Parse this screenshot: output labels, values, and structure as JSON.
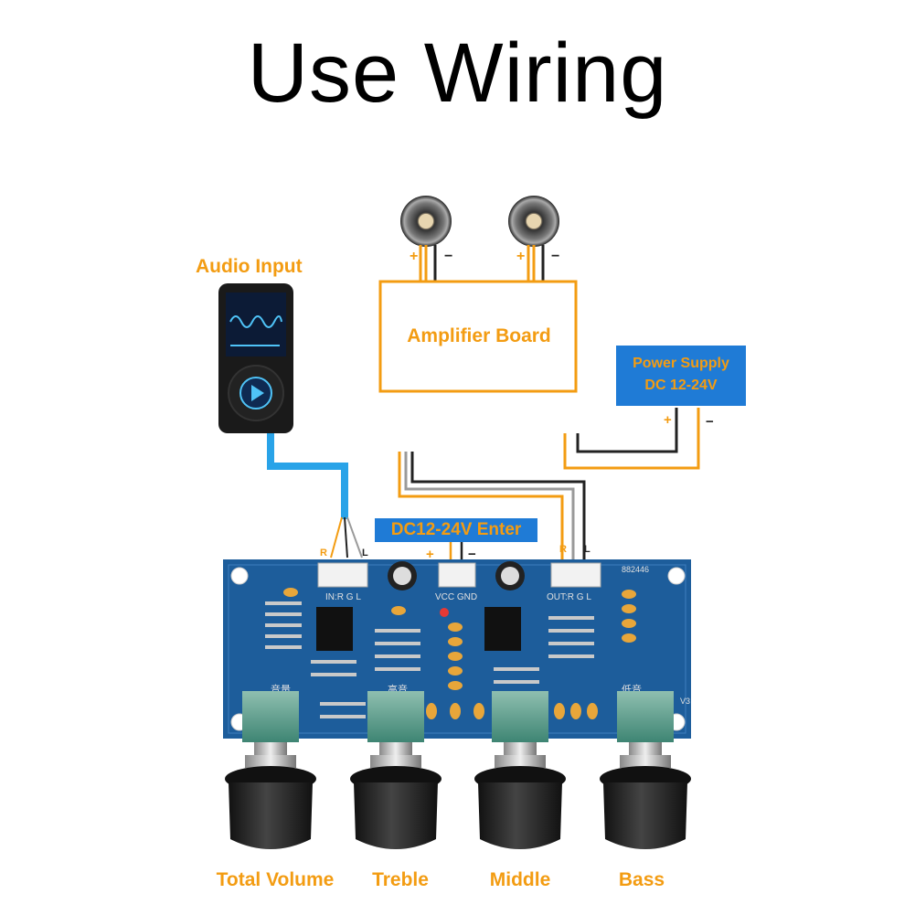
{
  "title": "Use Wiring",
  "labels": {
    "audio_input": "Audio Input",
    "amplifier_board": "Amplifier Board",
    "power_supply_line1": "Power Supply",
    "power_supply_line2": "DC 12-24V",
    "dc_enter": "DC12-24V Enter",
    "plus": "+",
    "minus": "−",
    "r": "R",
    "l": "L"
  },
  "board": {
    "in_label": "IN:R  G  L",
    "vcc_gnd": "VCC GND",
    "out_label": "OUT:R  G  L",
    "model": "882446",
    "version": "V3",
    "volume_cn": "音量",
    "treble_cn": "高音",
    "bass_cn": "低音"
  },
  "knobs": [
    {
      "label": "Total Volume"
    },
    {
      "label": "Treble"
    },
    {
      "label": "Middle"
    },
    {
      "label": "Bass"
    }
  ],
  "colors": {
    "orange": "#f39c12",
    "blue_box": "#1f7bd6",
    "pcb": "#1d5d9b",
    "audio_cable": "#29a3e8",
    "wire_dark": "#222222",
    "wire_gray": "#9a9a9a"
  }
}
